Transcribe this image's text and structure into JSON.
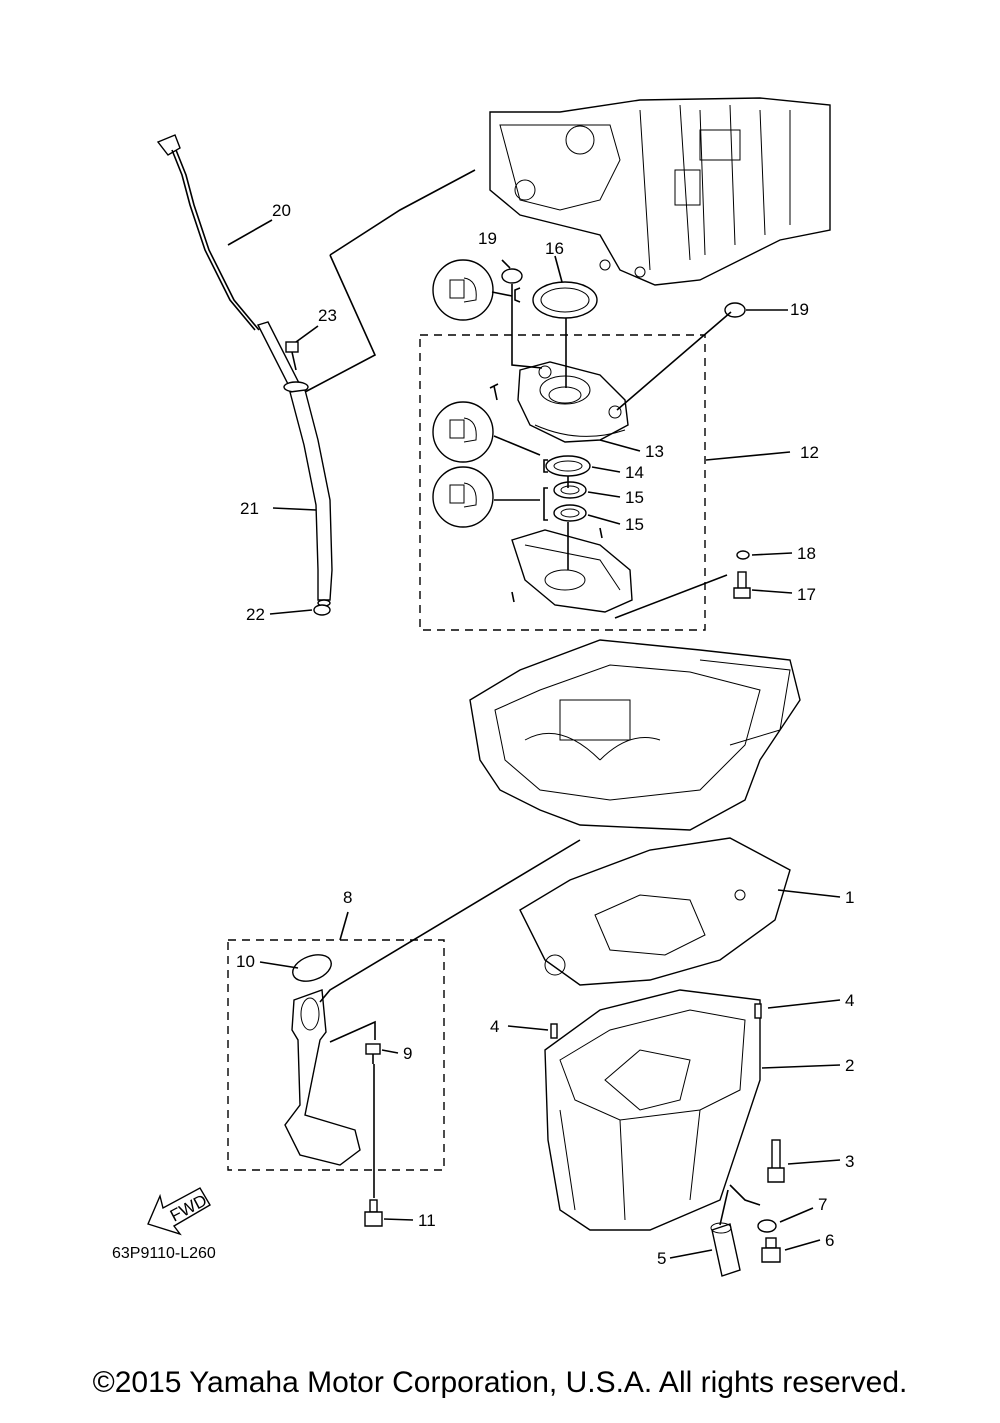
{
  "diagram_code": "63P9110-L260",
  "copyright": "©2015 Yamaha Motor Corporation, U.S.A. All rights reserved.",
  "fwd_label": "FWD",
  "callouts": {
    "c1": "1",
    "c2": "2",
    "c3": "3",
    "c4a": "4",
    "c4b": "4",
    "c5": "5",
    "c6": "6",
    "c7": "7",
    "c8": "8",
    "c9": "9",
    "c10": "10",
    "c11": "11",
    "c12": "12",
    "c13": "13",
    "c14": "14",
    "c15a": "15",
    "c15b": "15",
    "c16": "16",
    "c17": "17",
    "c18": "18",
    "c19a": "19",
    "c19b": "19",
    "c20": "20",
    "c21": "21",
    "c22": "22",
    "c23": "23"
  },
  "icons": [
    "sealant-icon",
    "grease-icon",
    "fwd-arrow-icon"
  ]
}
